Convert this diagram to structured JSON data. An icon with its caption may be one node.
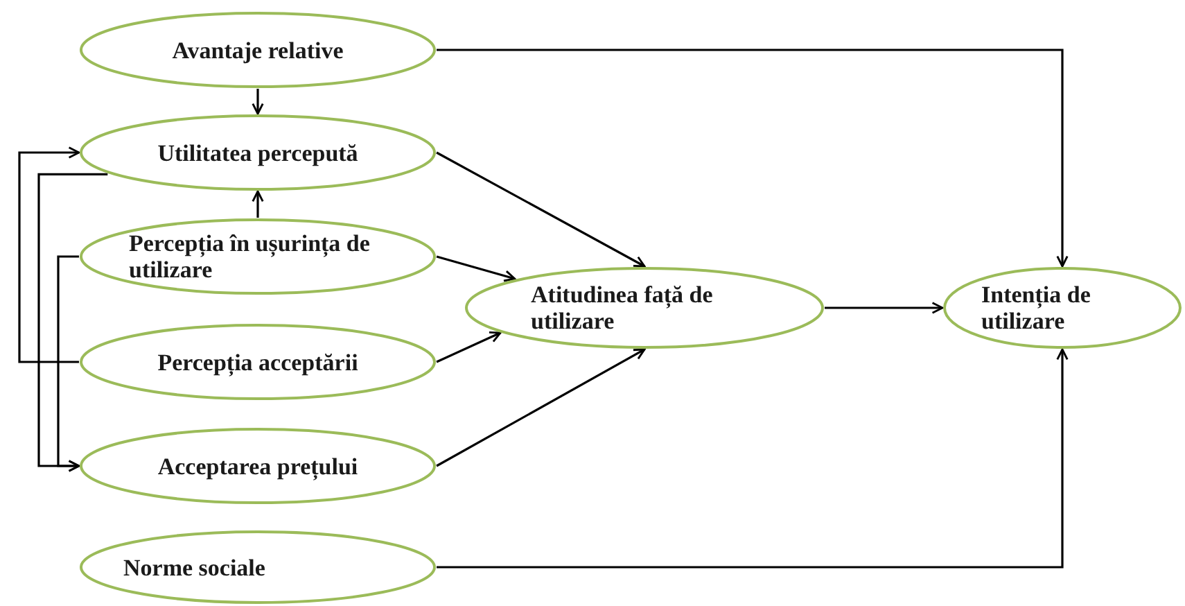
{
  "diagram": {
    "nodes": [
      {
        "text": [
          "Avantaje relative"
        ]
      },
      {
        "text": [
          "Utilitatea percepută"
        ]
      },
      {
        "text": [
          "Percepția în ușurința de utilizare"
        ]
      },
      {
        "text": [
          "Percepția acceptării"
        ]
      },
      {
        "text": [
          "Acceptarea prețului"
        ]
      },
      {
        "text": [
          "Norme sociale"
        ]
      },
      {
        "text": [
          "Atitudinea față de utilizare"
        ]
      },
      {
        "text": [
          "Intenția de utilizare"
        ]
      }
    ],
    "edges": [
      {
        "from": 0,
        "to": 1,
        "arrow": "to"
      },
      {
        "from": 2,
        "to": 1,
        "arrow": "to"
      },
      {
        "from": 3,
        "to": 1,
        "arrow": "to"
      },
      {
        "from": 1,
        "to": 4,
        "arrow": "to"
      },
      {
        "from": 2,
        "to": 4,
        "arrow": "to"
      },
      {
        "from": 1,
        "to": 6,
        "arrow": "to"
      },
      {
        "from": 2,
        "to": 6,
        "arrow": "to"
      },
      {
        "from": 3,
        "to": 6,
        "arrow": "to"
      },
      {
        "from": 4,
        "to": 6,
        "arrow": "to"
      },
      {
        "from": 6,
        "to": 7,
        "arrow": "to"
      },
      {
        "from": 0,
        "to": 7,
        "arrow": "to"
      },
      {
        "from": 5,
        "to": 7,
        "arrow": "to"
      }
    ]
  }
}
